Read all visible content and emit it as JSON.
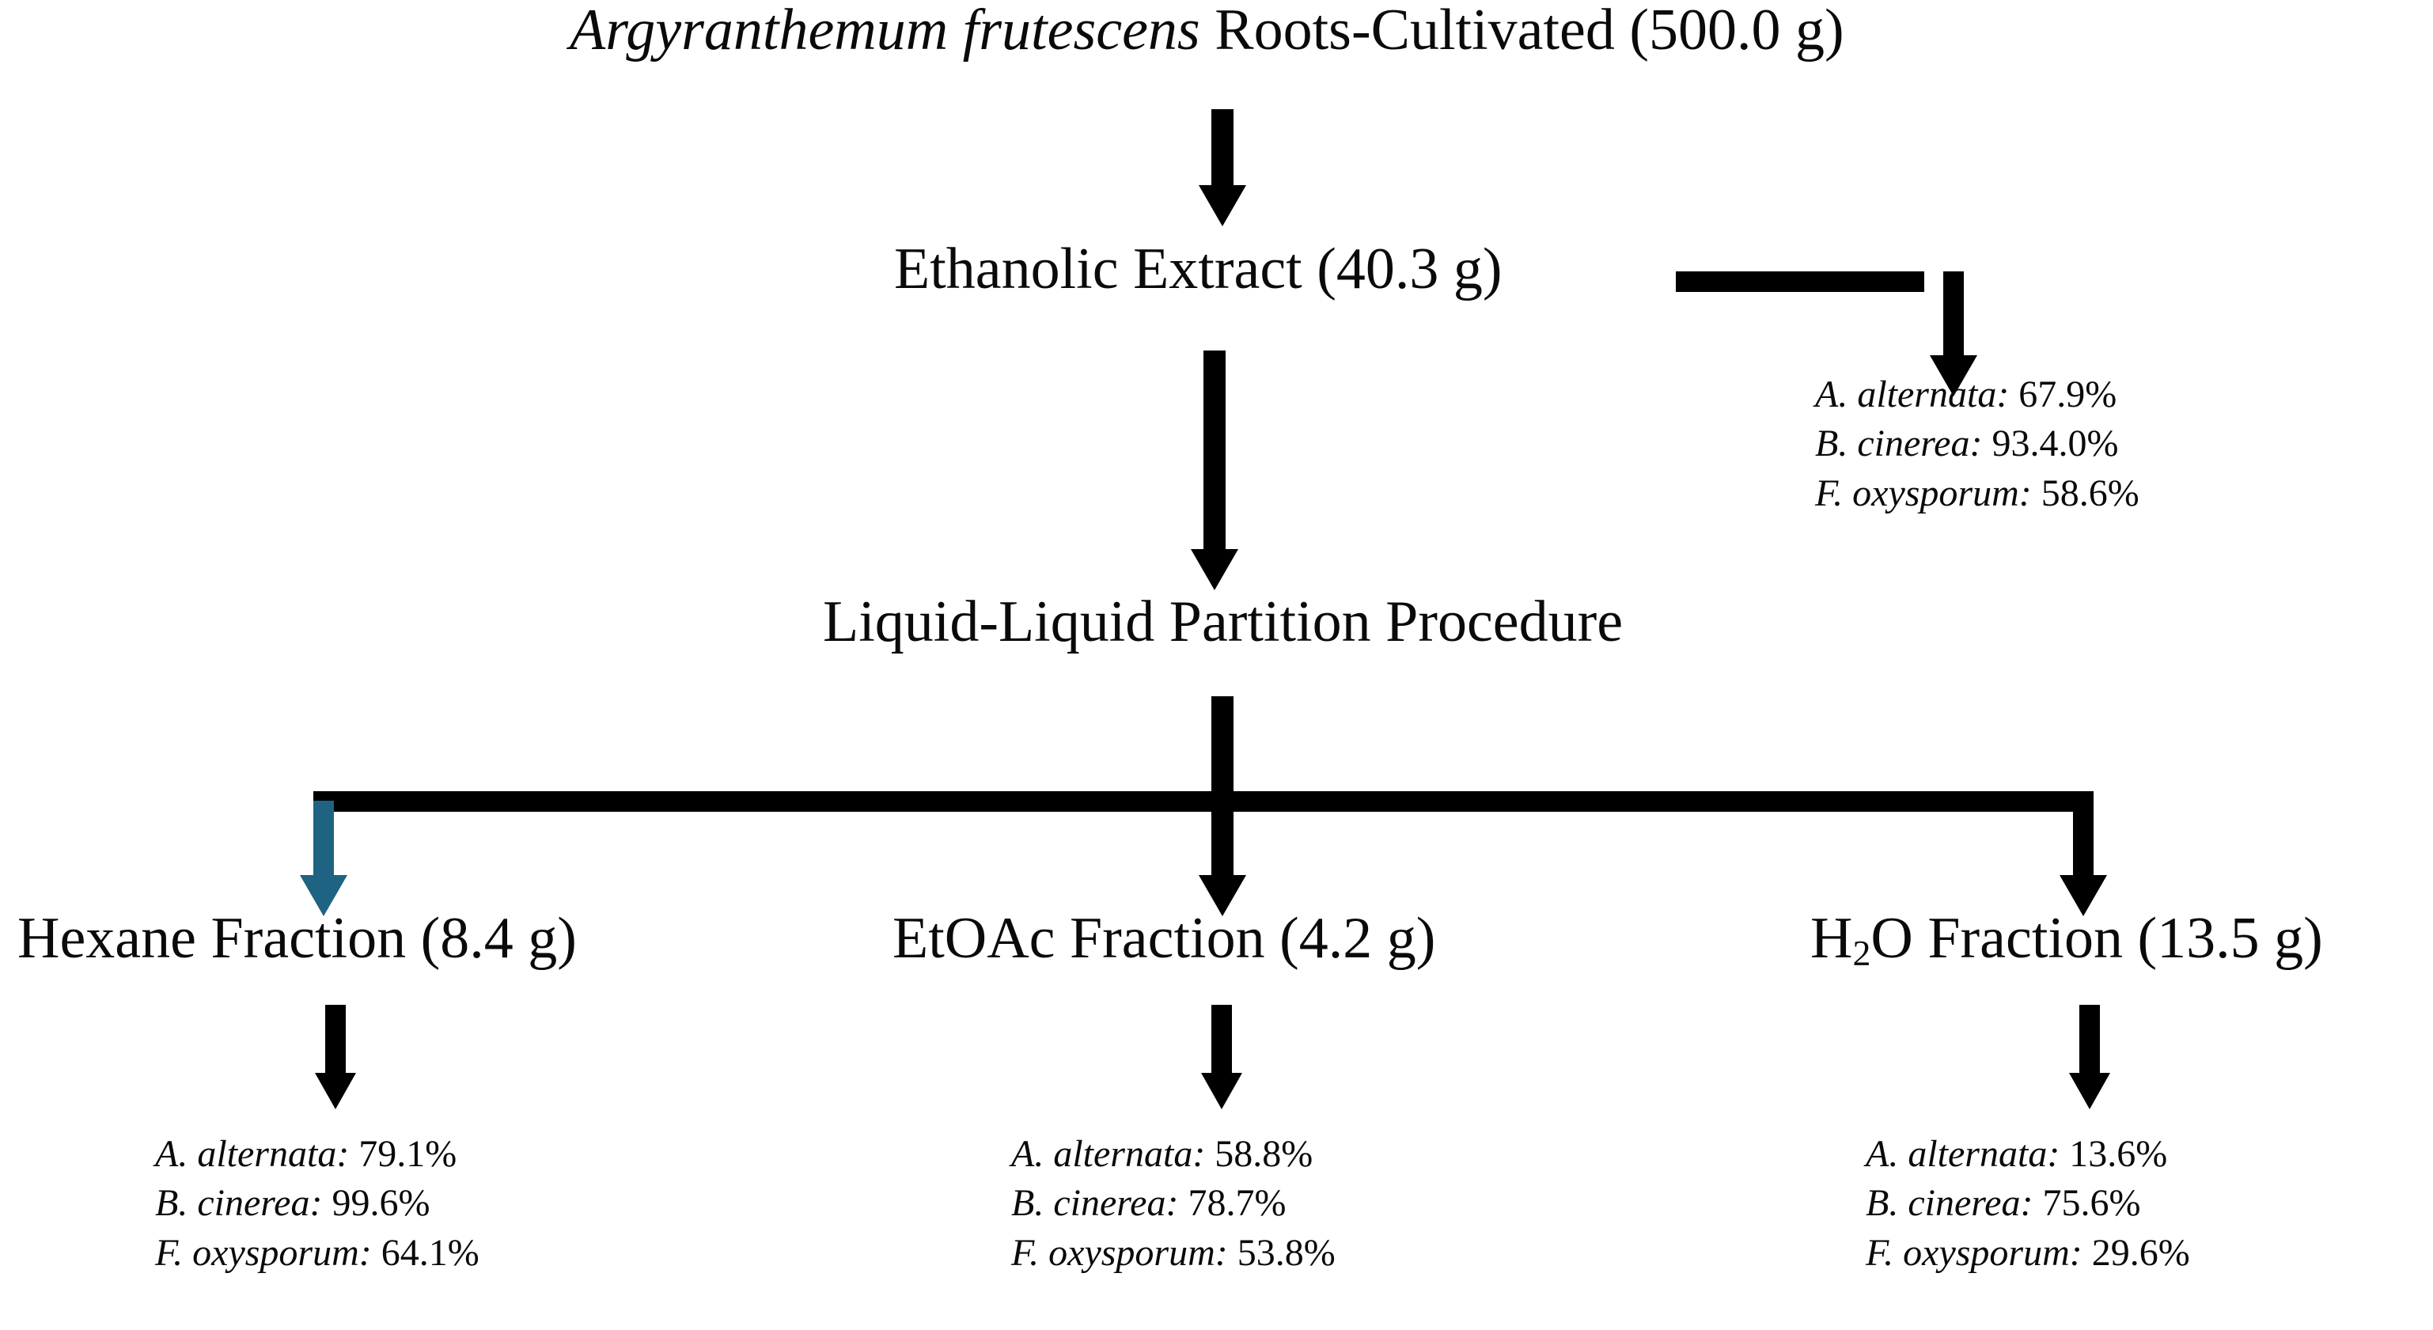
{
  "diagram": {
    "title_node": {
      "species": "Argyranthemum frutescens",
      "rest": " Roots-Cultivated (500.0 g)"
    },
    "nodes": {
      "ethanolic_extract": "Ethanolic Extract (40.3 g)",
      "partition": "Liquid-Liquid Partition Procedure",
      "hexane_fraction": "Hexane Fraction (8.4 g)",
      "etoac_fraction": "EtOAc Fraction (4.2 g)",
      "water_fraction_pre": "H",
      "water_fraction_sub": "2",
      "water_fraction_post": "O Fraction (13.5 g)"
    },
    "assays": {
      "ethanolic": [
        {
          "organism": "A. alternata:",
          "value": " 67.9%"
        },
        {
          "organism": "B. cinerea:",
          "value": " 93.4.0%"
        },
        {
          "organism": "F. oxysporum:",
          "value": " 58.6%"
        }
      ],
      "hexane": [
        {
          "organism": "A. alternata:",
          "value": " 79.1%"
        },
        {
          "organism": "B. cinerea:",
          "value": " 99.6%"
        },
        {
          "organism": "F. oxysporum:",
          "value": " 64.1%"
        }
      ],
      "etoac": [
        {
          "organism": "A. alternata:",
          "value": " 58.8%"
        },
        {
          "organism": "B. cinerea:",
          "value": " 78.7%"
        },
        {
          "organism": "F. oxysporum:",
          "value": " 53.8%"
        }
      ],
      "water": [
        {
          "organism": "A. alternata:",
          "value": " 13.6%"
        },
        {
          "organism": "B. cinerea:",
          "value": " 75.6%"
        },
        {
          "organism": "F. oxysporum:",
          "value": " 29.6%"
        }
      ]
    },
    "colors": {
      "stroke": "#000000",
      "highlight_branch": "#1f6382",
      "background": "#ffffff"
    }
  }
}
